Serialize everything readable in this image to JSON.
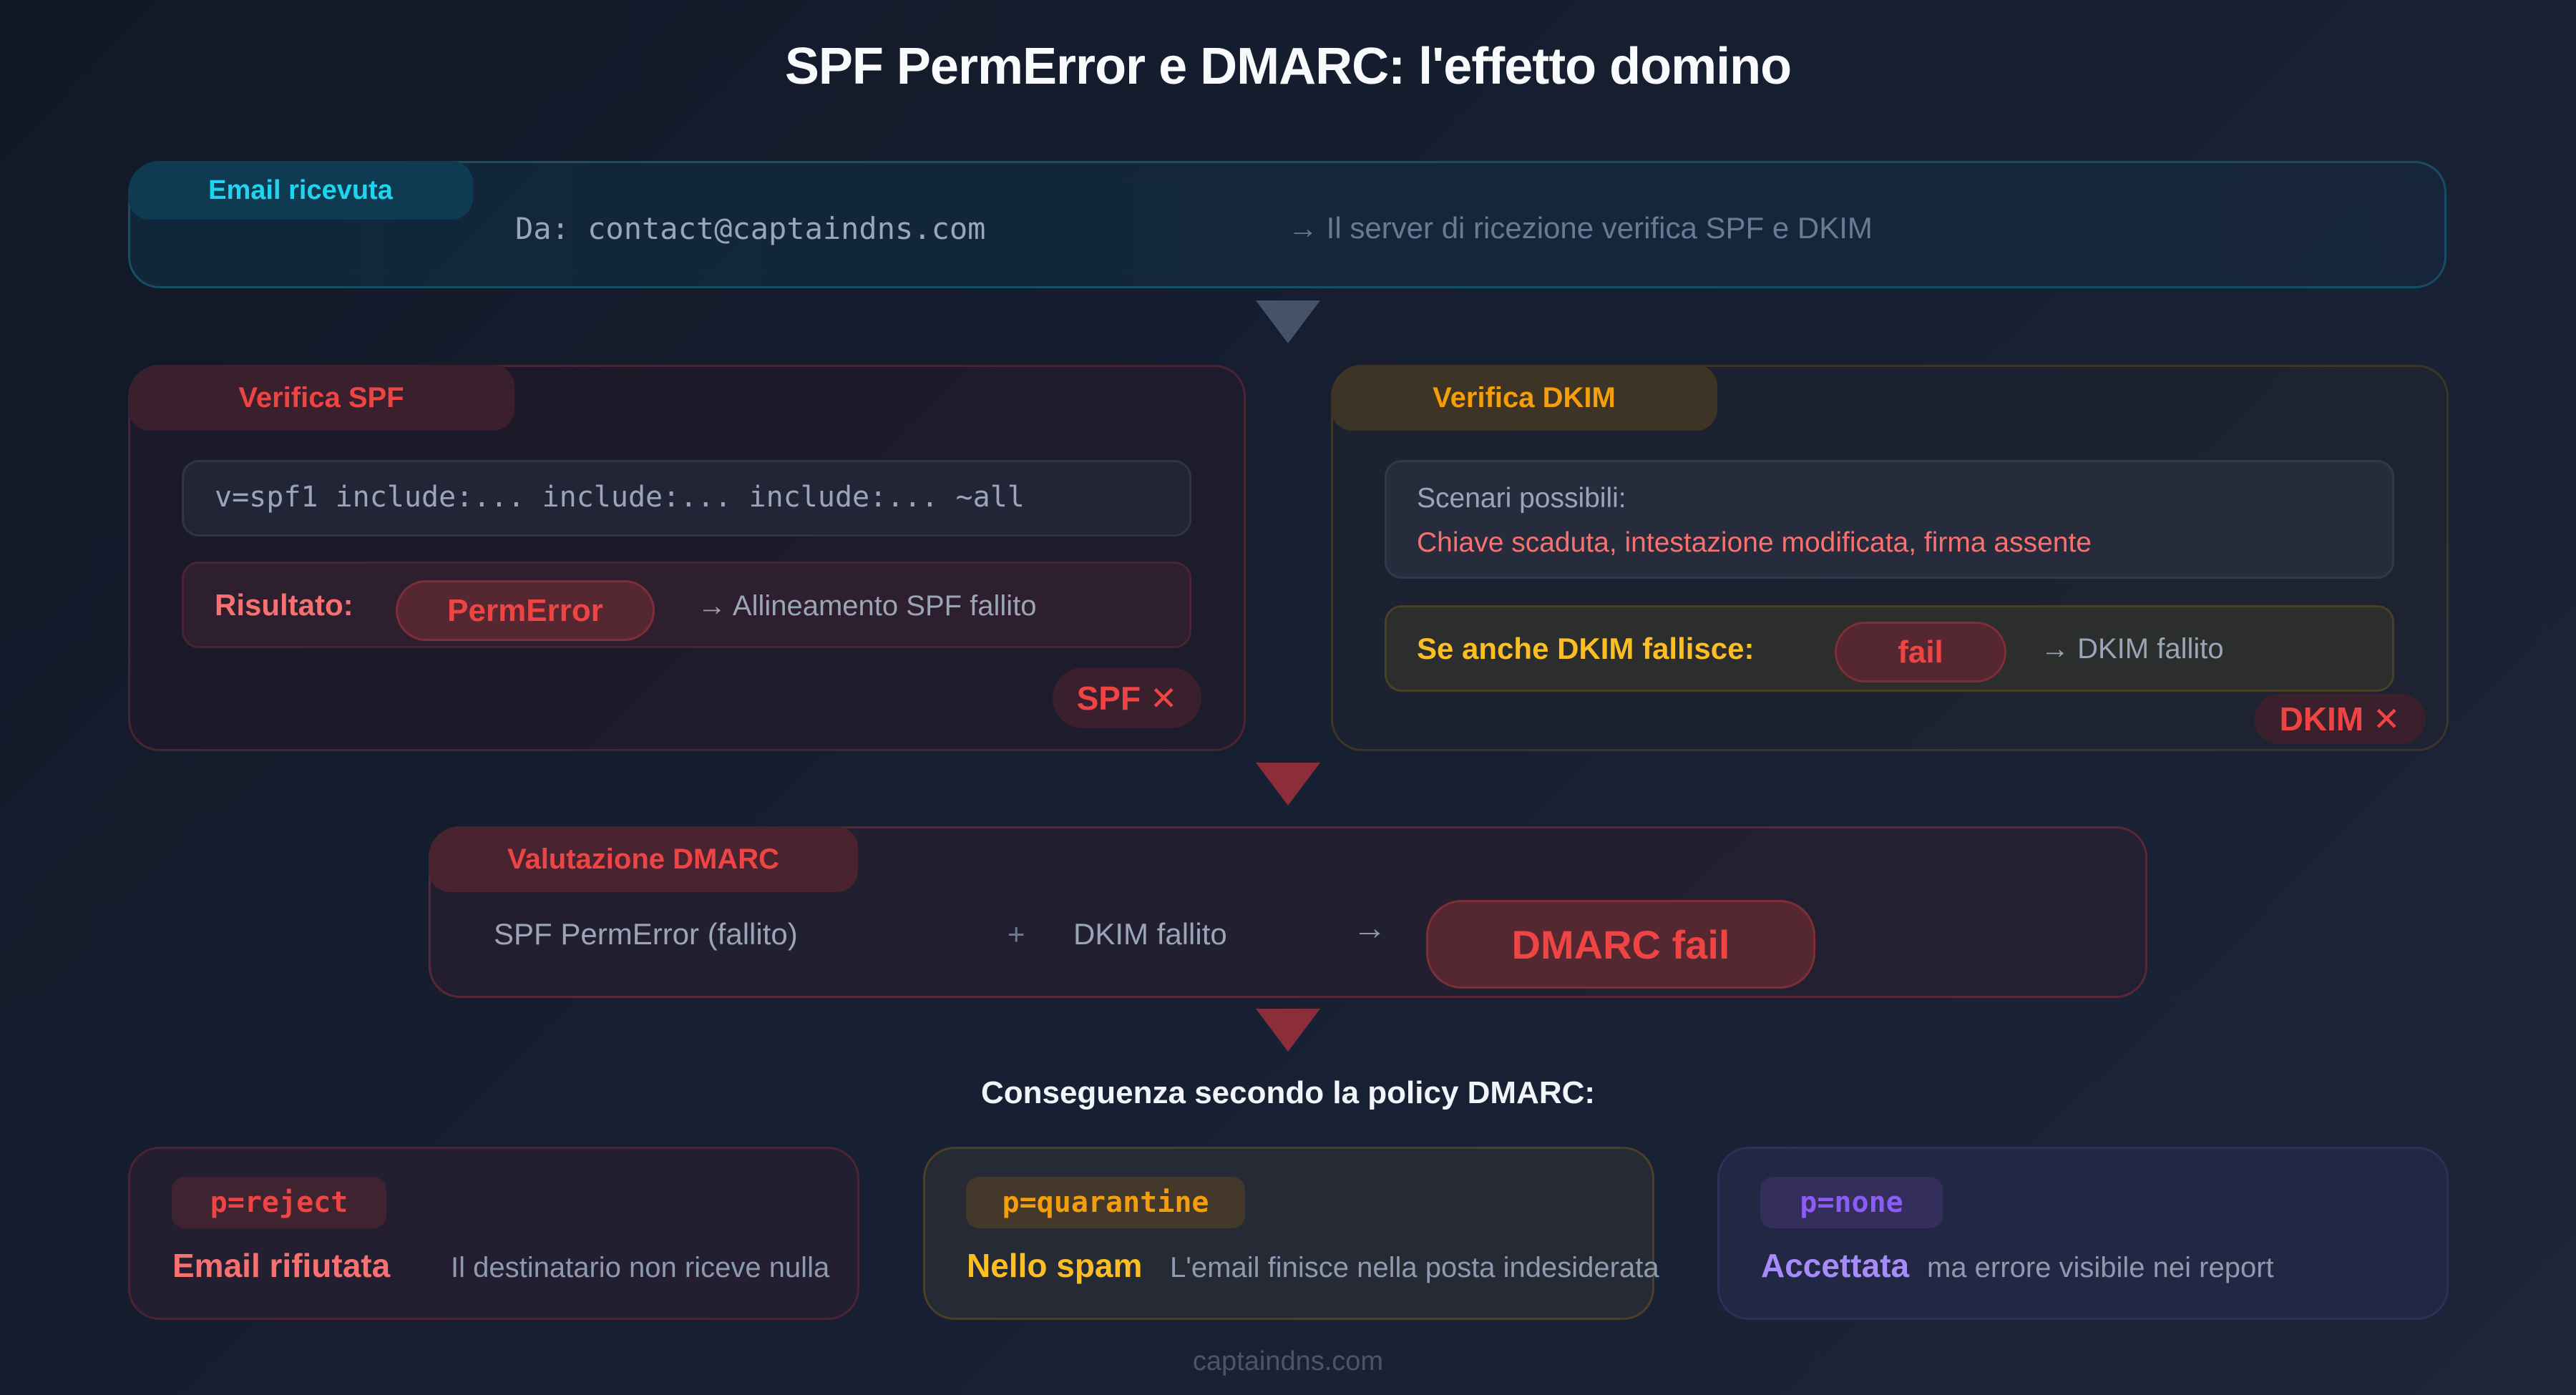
{
  "title": "SPF PermError e DMARC: l'effetto domino",
  "email": {
    "tag": "Email ricevuta",
    "from": "Da: contact@captaindns.com",
    "note": "→ Il server di ricezione verifica SPF e DKIM"
  },
  "spf": {
    "tag": "Verifica SPF",
    "record": "v=spf1 include:... include:... include:... ~all",
    "result_label": "Risultato:",
    "result_value": "PermError",
    "result_note": "→ Allineamento SPF fallito",
    "status": "SPF ✕"
  },
  "dkim": {
    "tag": "Verifica DKIM",
    "scenarios_label": "Scenari possibili:",
    "scenarios": "Chiave scaduta, intestazione modificata, firma assente",
    "fail_label": "Se anche DKIM fallisce:",
    "fail_value": "fail",
    "fail_note": "→ DKIM fallito",
    "status": "DKIM ✕"
  },
  "dmarc": {
    "tag": "Valutazione DMARC",
    "spf_part": "SPF PermError (fallito)",
    "plus": "+",
    "dkim_part": "DKIM fallito",
    "arrow": "→",
    "result": "DMARC fail"
  },
  "consequence_heading": "Conseguenza secondo la policy DMARC:",
  "policies": [
    {
      "tag": "p=reject",
      "head": "Email rifiutata",
      "desc": "Il destinatario non riceve nulla",
      "color": "#ef4444"
    },
    {
      "tag": "p=quarantine",
      "head": "Nello spam",
      "desc": "L'email finisce nella posta indesiderata",
      "color": "#f59e0b"
    },
    {
      "tag": "p=none",
      "head": "Accettata",
      "desc": "ma errore visibile nei report",
      "color": "#8b5cf6"
    }
  ],
  "footer": "captaindns.com"
}
